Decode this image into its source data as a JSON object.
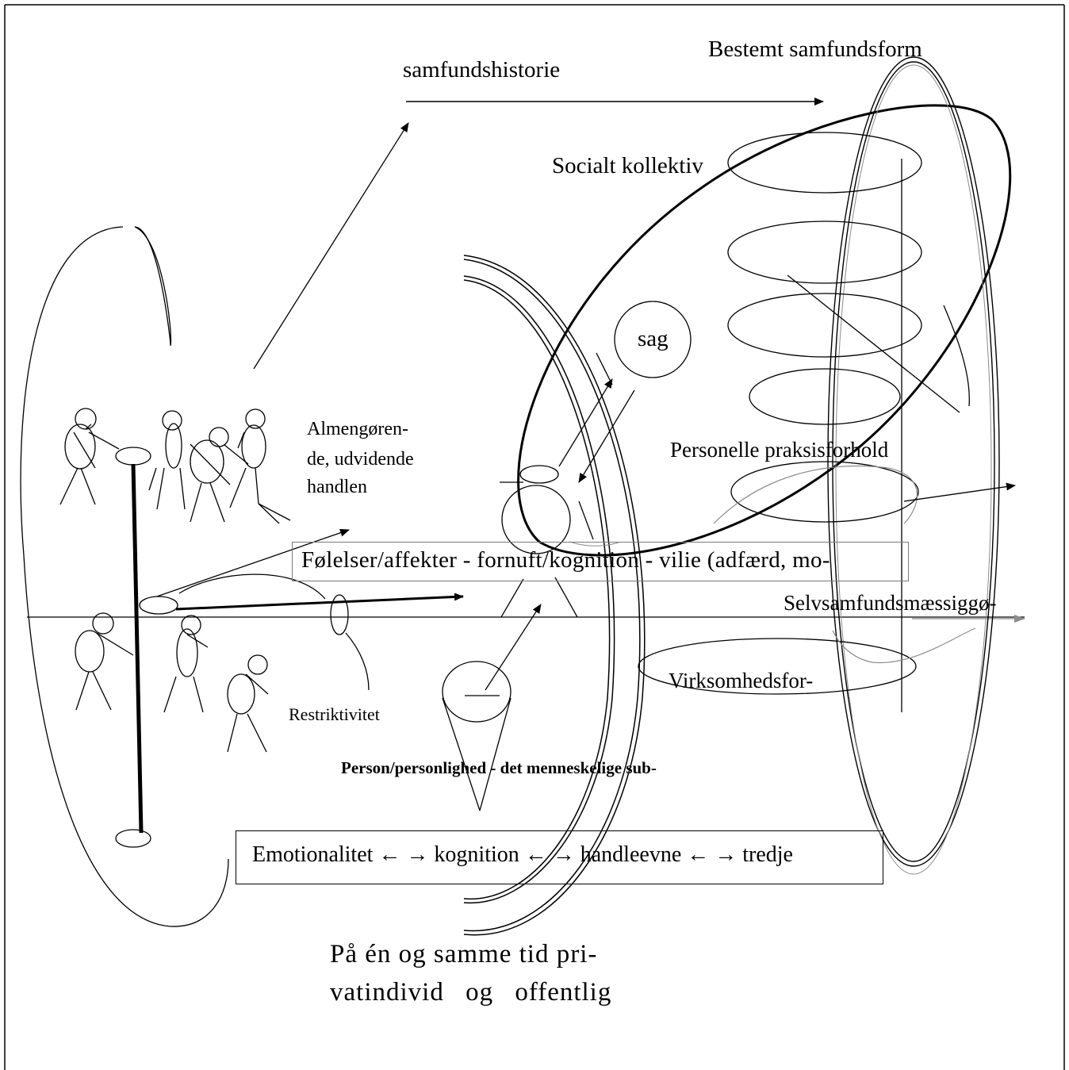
{
  "labels": {
    "samfundshistorie": "samfundshistorie",
    "bestemt_samfundsform": "Bestemt samfundsform",
    "socialt_kollektiv": "Socialt kollektiv",
    "sag": "sag",
    "almengorende_1": "Almengøren-",
    "almengorende_2": "de, udvidende",
    "almengorende_3": "handlen",
    "personelle_praksisforhold": "Personelle praksisforhold",
    "folelser_box": "Følelser/affekter - fornuft/kognition - vilie (adfærd, mo-",
    "selvsamfundsmaessig": "Selvsamfundsmæssiggø-",
    "virksomhedsfor": "Virksomhedsfor-",
    "restriktivitet": "Restriktivitet",
    "person_personlighed": "Person/personlighed - det menneskelige sub-",
    "emotionalitet_box": "Emotionalitet ← → kognition ← → handleevne ← → tredje",
    "paa_en_1": "På én og samme tid pri-",
    "paa_en_2": "vatindivid og offentlig"
  },
  "colors": {
    "line": "#000000",
    "gray": "#8c8c8c"
  }
}
